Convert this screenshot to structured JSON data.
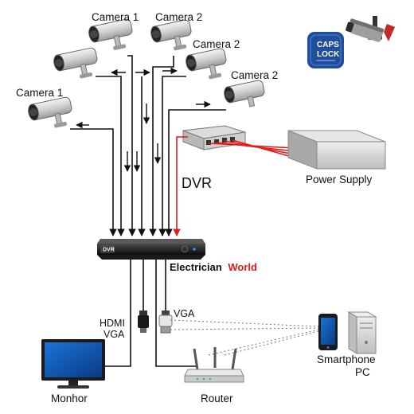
{
  "labels": {
    "camera_top_left": "Camera 1",
    "camera_top_right": "Camera 2",
    "camera_mid_right": "Camera 2",
    "camera_right": "Camera 2",
    "camera_left": "Camera 1",
    "power_supply": "Power Supply",
    "dvr": "DVR",
    "dvr_panel": "DVR",
    "hdmi": "HDMI",
    "vga_left": "VGA",
    "vga_right": "VGA",
    "monitor": "Monhor",
    "router": "Router",
    "smartphone": "Smartphone",
    "pc": "PC"
  },
  "brand": {
    "part1": "Electrician",
    "part2": "World",
    "color1": "#111111",
    "color2": "#e11b1b"
  },
  "logo": {
    "line1": "CAPS",
    "line2": "LOCK",
    "color": "#1f4e9c"
  },
  "colors": {
    "wire": "#111111",
    "power_wire": "#e11b1b"
  }
}
